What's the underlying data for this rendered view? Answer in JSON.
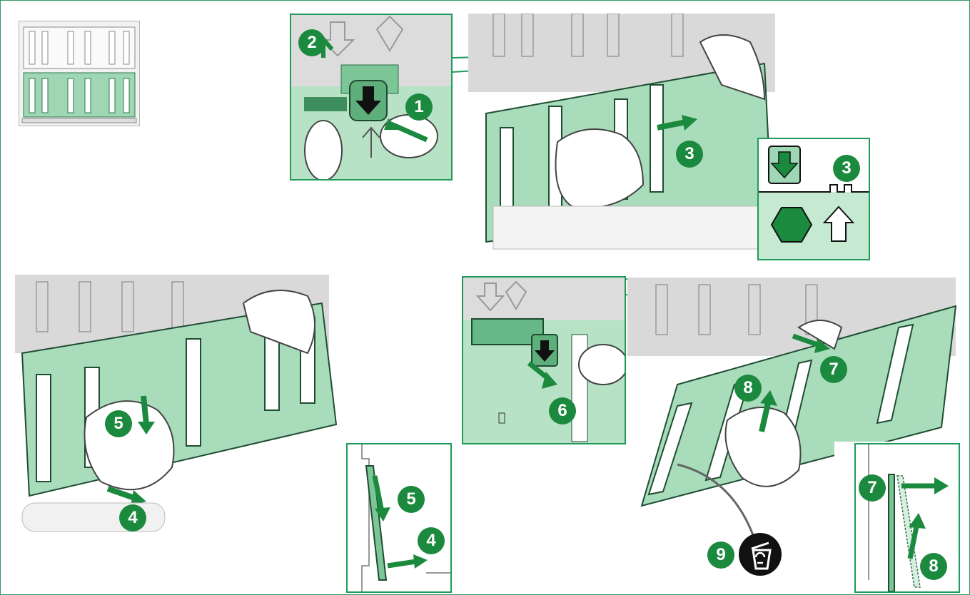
{
  "figure": {
    "colors": {
      "accent_green": "#1b8a3e",
      "panel_green": "#9fd6b4",
      "light_green": "#c6e9d2",
      "gray_wall": "#d9d9d9",
      "outline": "#1f9a5a"
    },
    "steps": {
      "s1": "1",
      "s2": "2",
      "s3": "3",
      "s3_detail": "3",
      "s4": "4",
      "s4_detail": "4",
      "s5": "5",
      "s5_detail": "5",
      "s6": "6",
      "s7": "7",
      "s7_detail": "7",
      "s8": "8",
      "s8_detail": "8",
      "s9": "9"
    },
    "icons": {
      "recycle_bin": "recycle-bin-icon",
      "locator": "panel-locator-icon"
    }
  }
}
